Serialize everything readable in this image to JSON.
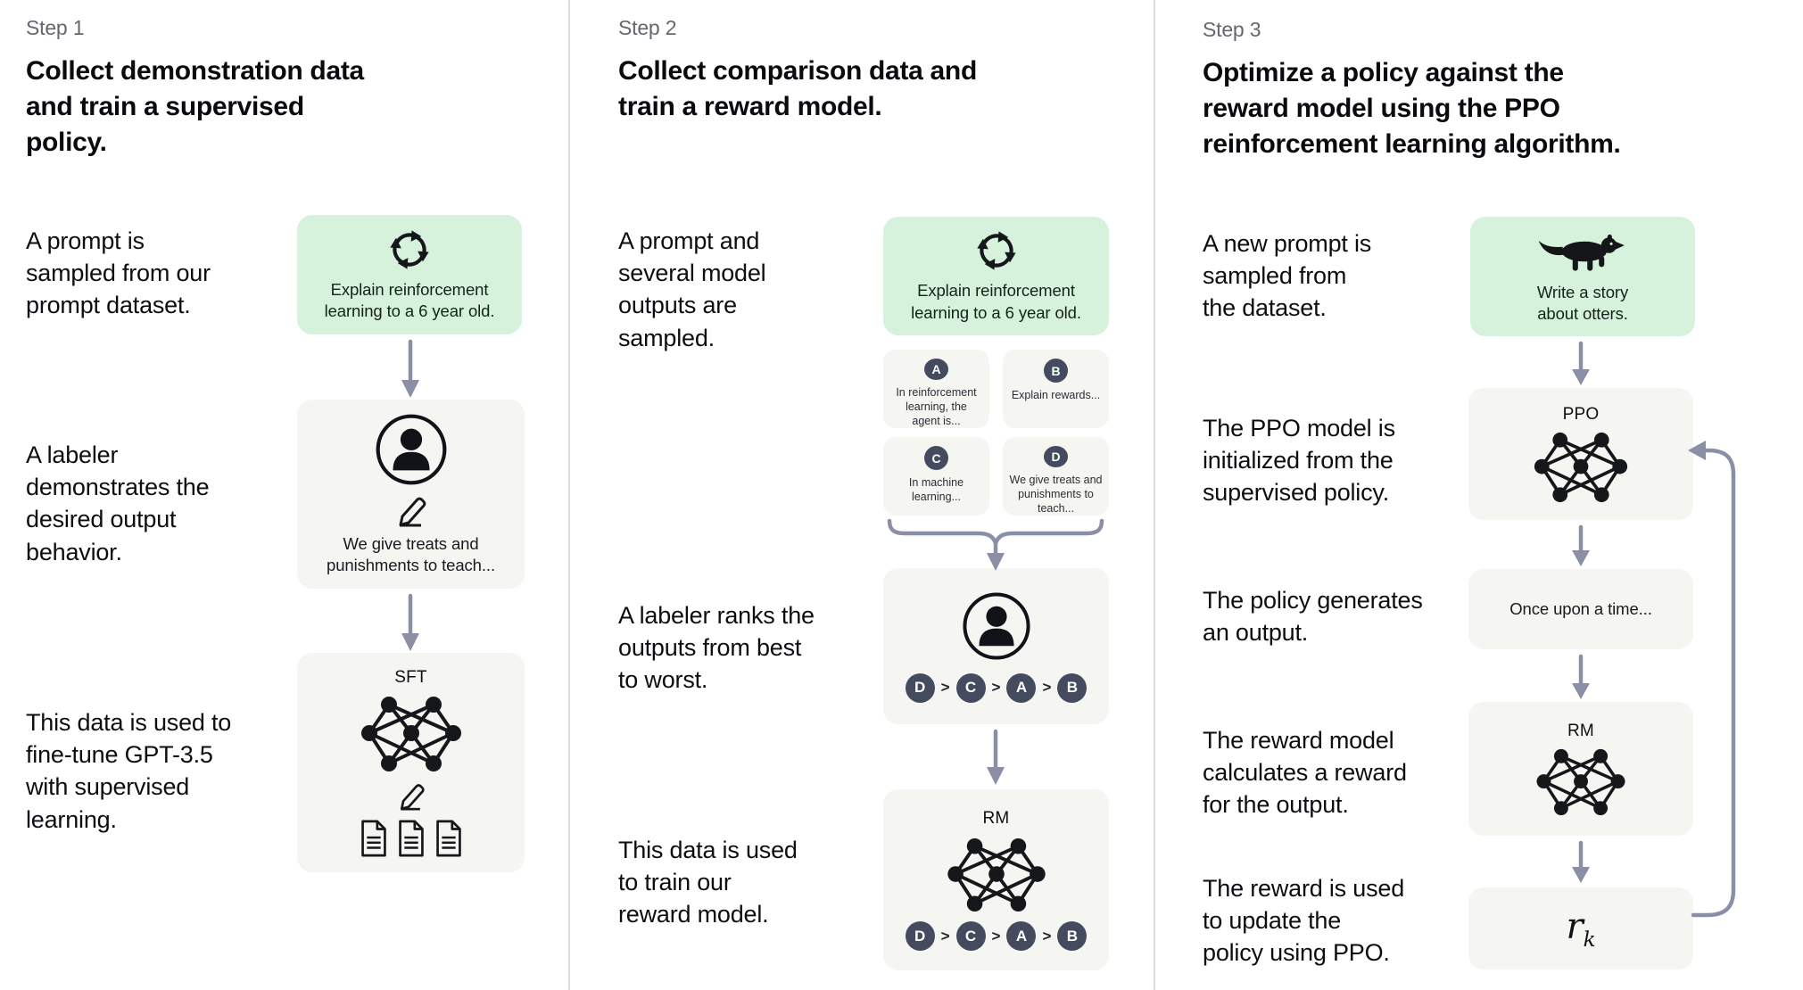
{
  "ui": {
    "rank_separator": ">",
    "colors": {
      "prompt_box_bg": "#d6f2dd",
      "neutral_box_bg": "#f5f5f2",
      "badge_bg": "#454b5f",
      "connector": "#8b8fa6",
      "divider": "#dcdcdc",
      "step_label": "#66666f"
    }
  },
  "steps": [
    {
      "label": "Step 1",
      "title": "Collect demonstration data\nand train a supervised policy.",
      "captions": [
        "A prompt is\nsampled from our\nprompt dataset.",
        "A labeler\ndemonstrates the\ndesired output\nbehavior.",
        "This data is used to\nfine-tune GPT-3.5\nwith supervised\nlearning."
      ],
      "prompt_box": {
        "icon": "cycle-icon",
        "text": "Explain reinforcement\nlearning to a 6 year old."
      },
      "labeler_box": {
        "icons": [
          "person-icon",
          "pencil-icon"
        ],
        "text": "We give treats and\npunishments to teach..."
      },
      "model_box": {
        "label": "SFT",
        "icons": [
          "neural-network-icon",
          "pencil-icon",
          "documents-icon"
        ]
      }
    },
    {
      "label": "Step 2",
      "title": "Collect comparison data and\ntrain a reward model.",
      "captions": [
        "A prompt and\nseveral model\noutputs are\nsampled.",
        "A labeler ranks the\noutputs from best\nto worst.",
        "This data is used\nto train our\nreward model."
      ],
      "prompt_box": {
        "icon": "cycle-icon",
        "text": "Explain reinforcement\nlearning to a 6 year old."
      },
      "outputs": [
        {
          "letter": "A",
          "text": "In reinforcement\nlearning, the\nagent is..."
        },
        {
          "letter": "B",
          "text": "Explain rewards..."
        },
        {
          "letter": "C",
          "text": "In machine\nlearning..."
        },
        {
          "letter": "D",
          "text": "We give treats and\npunishments to\nteach..."
        }
      ],
      "ranking": [
        "D",
        "C",
        "A",
        "B"
      ],
      "ranking_box": {
        "icon": "person-icon"
      },
      "model_box": {
        "label": "RM",
        "icon": "neural-network-icon"
      }
    },
    {
      "label": "Step 3",
      "title": "Optimize a policy against the\nreward model using the PPO\nreinforcement learning algorithm.",
      "captions": [
        "A new prompt is\nsampled from\nthe dataset.",
        "The PPO model is\ninitialized from the\nsupervised policy.",
        "The policy generates\nan output.",
        "The reward model\ncalculates a reward\nfor the output.",
        "The reward is used\nto update the\npolicy using PPO."
      ],
      "prompt_box": {
        "icon": "otter-icon",
        "text": "Write a story\nabout otters."
      },
      "ppo_box": {
        "label": "PPO",
        "icon": "neural-network-icon"
      },
      "output_box": {
        "text": "Once upon a time..."
      },
      "rm_box": {
        "label": "RM",
        "icon": "neural-network-icon"
      },
      "reward_box": {
        "base": "r",
        "sub": "k"
      }
    }
  ]
}
